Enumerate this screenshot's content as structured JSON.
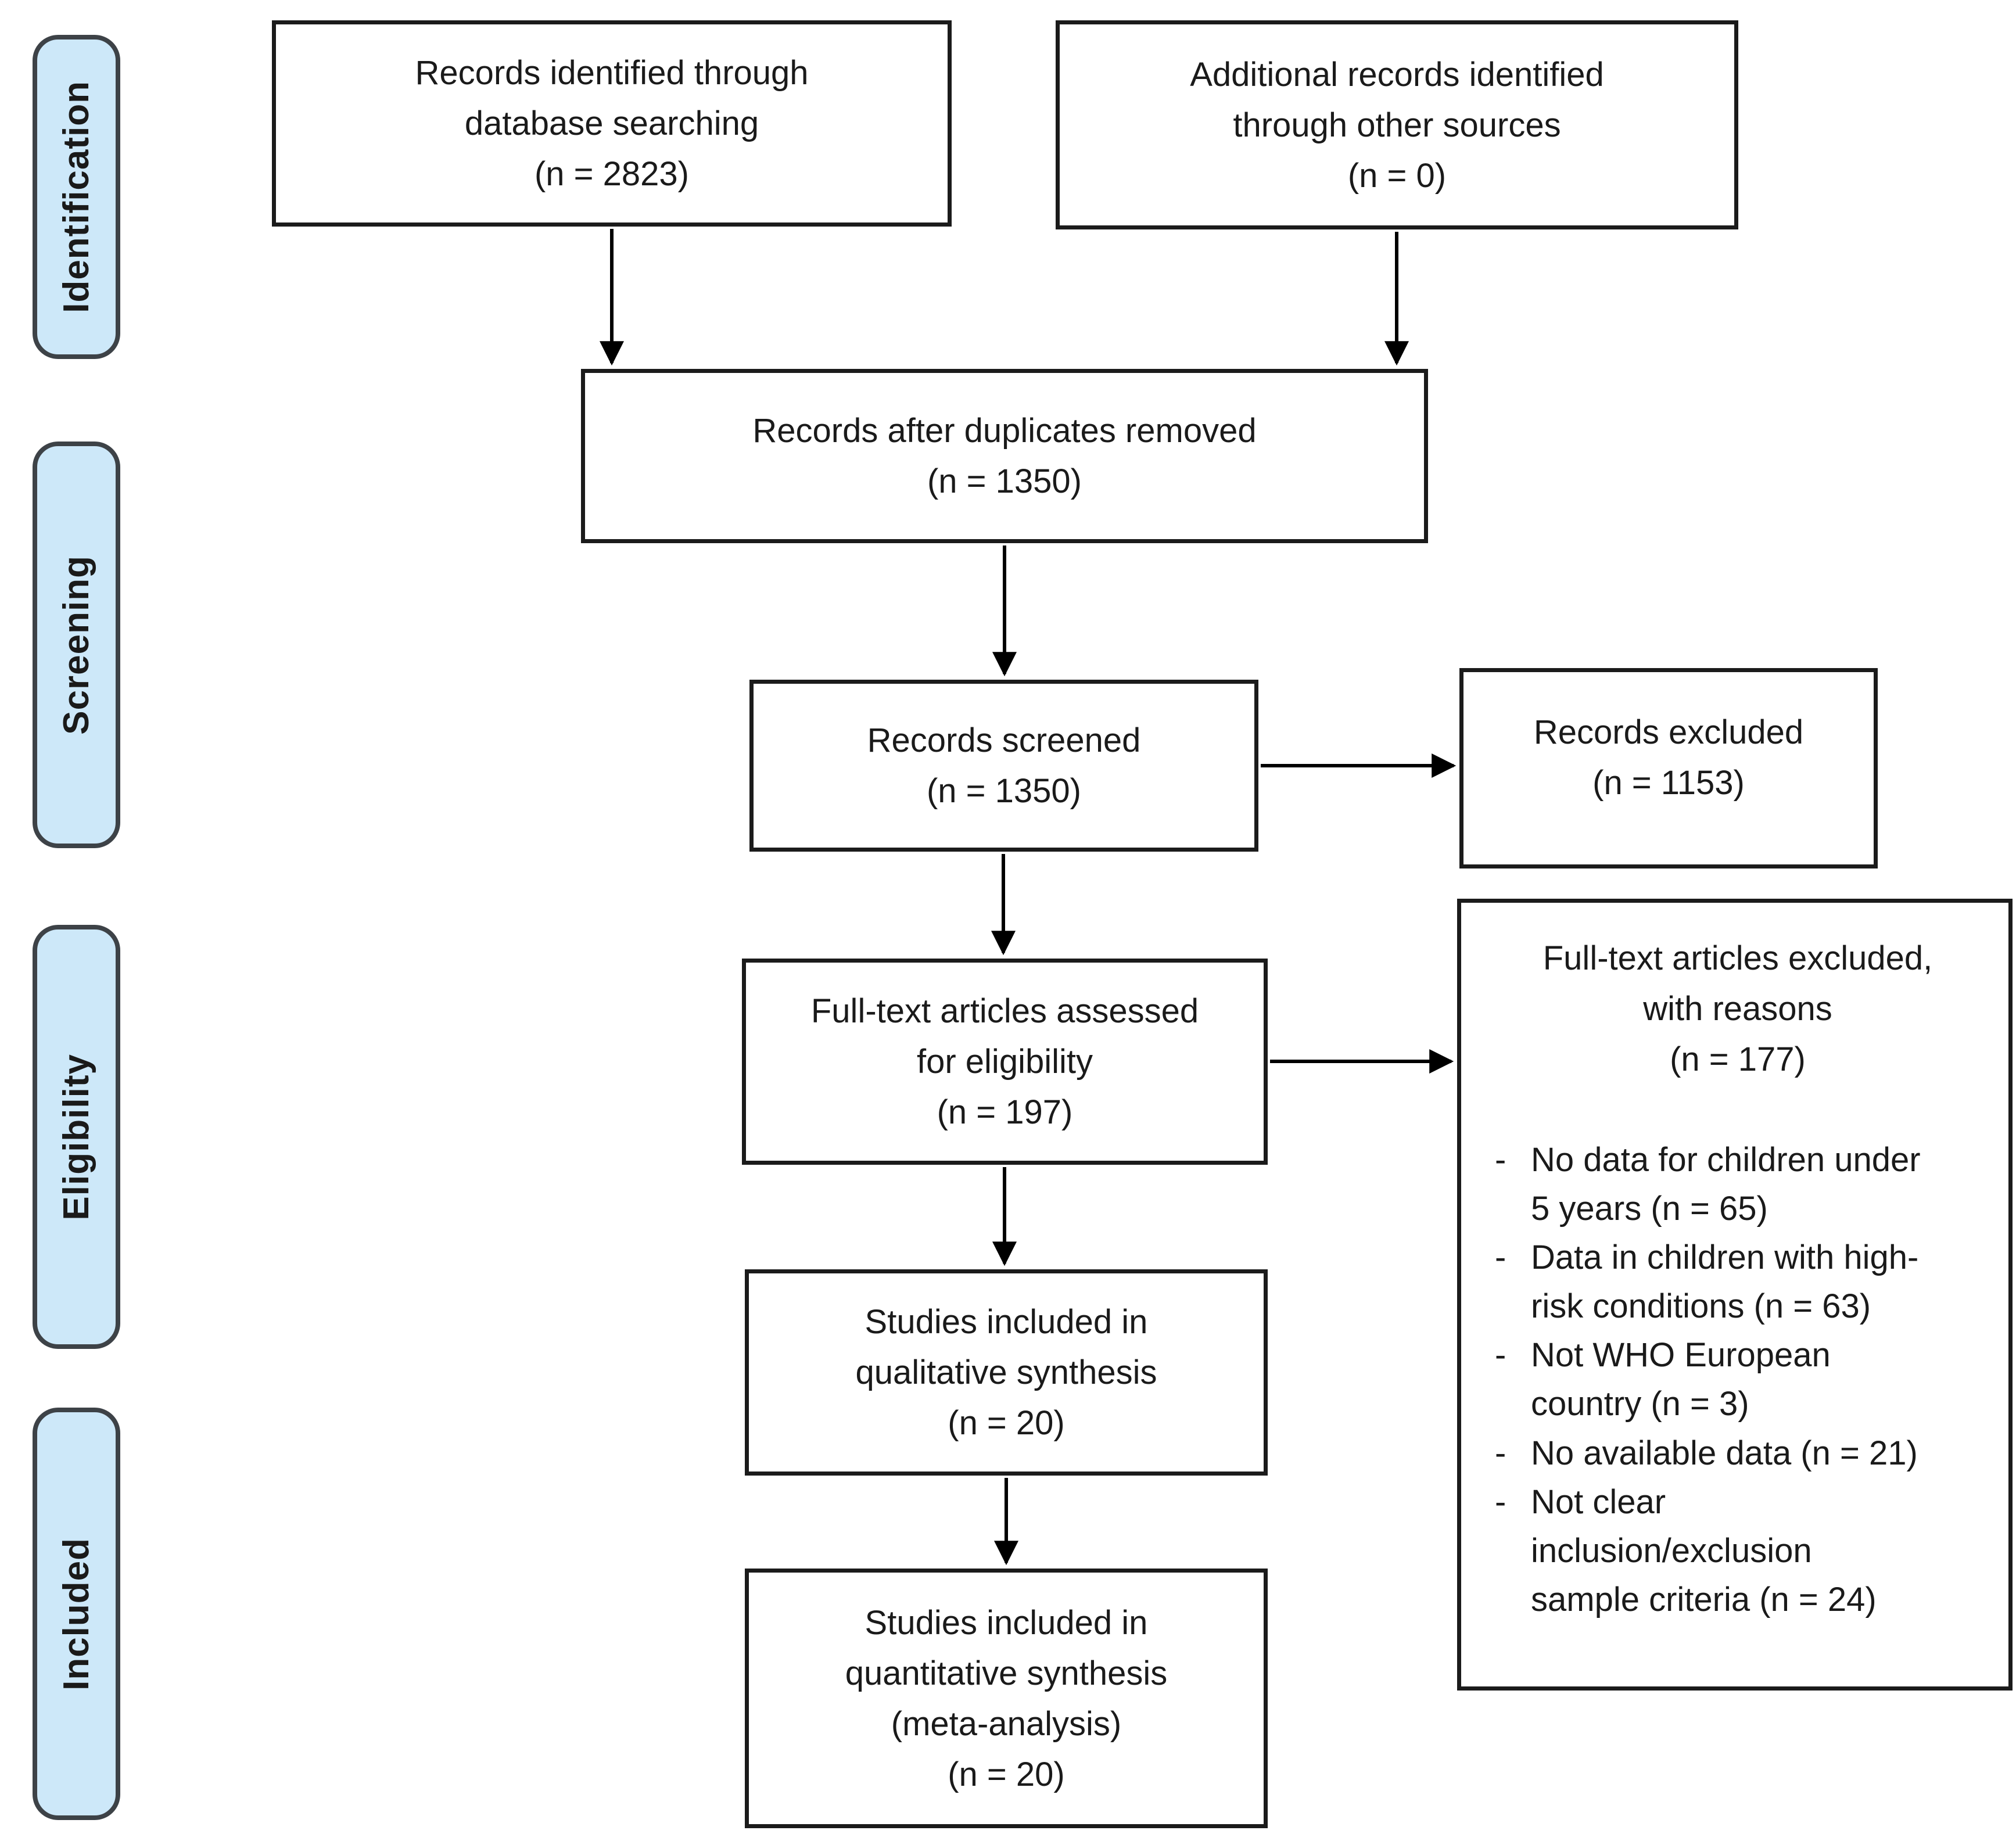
{
  "colors": {
    "sidebar_fill": "#cde8f9",
    "sidebar_border": "#3d4247",
    "box_border": "#1b1b1b",
    "text": "#1a1a1a",
    "arrow": "#000000"
  },
  "sidebar": {
    "stages": [
      {
        "label": "Identification"
      },
      {
        "label": "Screening"
      },
      {
        "label": "Eligibility"
      },
      {
        "label": "Included"
      }
    ]
  },
  "flow": {
    "identified": {
      "text": "Records identified through\ndatabase searching\n(n = 2823)"
    },
    "additional": {
      "text": "Additional records identified\nthrough other sources\n(n = 0)"
    },
    "duplicates_removed": {
      "text": "Records after duplicates removed\n(n = 1350)"
    },
    "screened": {
      "text": "Records screened\n(n = 1350)"
    },
    "records_excluded": {
      "text": "Records excluded\n(n = 1153)"
    },
    "fulltext_assessed": {
      "text": "Full-text articles assessed\nfor eligibility\n(n = 197)"
    },
    "fulltext_excluded": {
      "header": "Full-text articles excluded,\nwith reasons\n(n = 177)",
      "bullet": "-",
      "reasons": [
        "No data for children under\n5 years (n = 65)",
        "Data in children with high-\nrisk conditions (n = 63)",
        "Not WHO European\ncountry (n = 3)",
        "No available data (n = 21)",
        "Not clear\ninclusion/exclusion\nsample criteria (n = 24)"
      ]
    },
    "qualitative": {
      "text": "Studies included in\nqualitative synthesis\n(n = 20)"
    },
    "quantitative": {
      "text": "Studies included in\nquantitative synthesis\n(meta-analysis)\n(n = 20)"
    }
  }
}
